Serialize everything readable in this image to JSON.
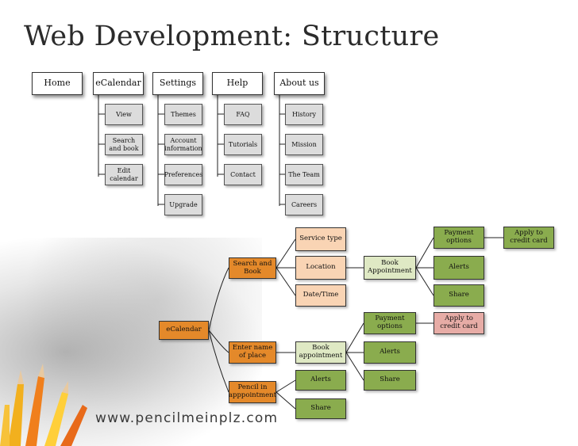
{
  "title": "Web Development: Structure",
  "footer_url": "www.pencilmeinplz.com",
  "colors": {
    "orange_dark": "#e4892a",
    "orange_light": "#f9d4b4",
    "green": "#8aac4e",
    "green_light": "#dfe9c4",
    "rose": "#e7aca6",
    "sub_gray": "#dcdcdc"
  },
  "sitemap": {
    "home": "Home",
    "ecalendar": {
      "label": "eCalendar",
      "children": [
        "View",
        "Search and book",
        "Edit calendar"
      ]
    },
    "settings": {
      "label": "Settings",
      "children": [
        "Themes",
        "Account information",
        "Preferences",
        "Upgrade"
      ]
    },
    "help": {
      "label": "Help",
      "children": [
        "FAQ",
        "Tutorials",
        "Contact"
      ]
    },
    "about": {
      "label": "About us",
      "children": [
        "History",
        "Mission",
        "The Team",
        "Careers"
      ]
    }
  },
  "flow": {
    "root": "eCalendar",
    "search_and_book": "Search and Book",
    "service_type": "Service type",
    "location": "Location",
    "date_time": "Date/Time",
    "book_appointment_1": "Book Appointment",
    "payment_options_1": "Payment options",
    "apply_credit_1": "Apply to credit card",
    "alerts_1": "Alerts",
    "share_1": "Share",
    "enter_name": "Enter name of place",
    "book_appointment_2": "Book appointment",
    "payment_options_2": "Payment options",
    "apply_credit_2": "Apply to credit card",
    "alerts_2": "Alerts",
    "share_2": "Share",
    "pencil_in": "Pencil in apppointment",
    "alerts_3": "Alerts",
    "share_3": "Share"
  }
}
